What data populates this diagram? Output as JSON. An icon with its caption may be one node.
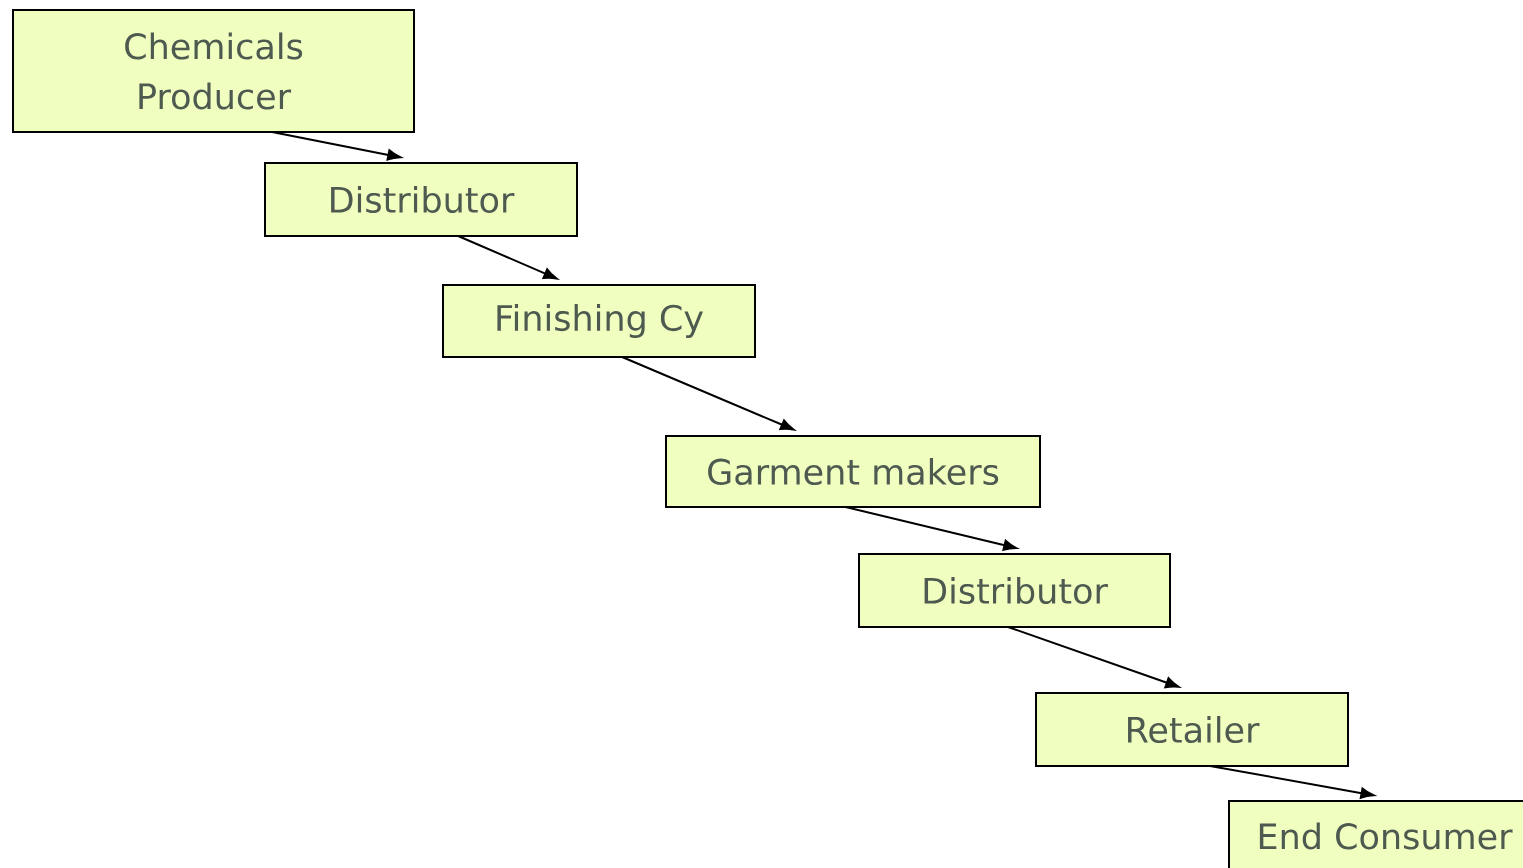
{
  "diagram": {
    "nodes": [
      {
        "text": [
          "Chemicals Producer"
        ]
      },
      {
        "text": [
          "Distributor"
        ]
      },
      {
        "text": [
          "Finishing Cy"
        ]
      },
      {
        "text": [
          "Garment makers"
        ]
      },
      {
        "text": [
          "Distributor"
        ]
      },
      {
        "text": [
          "Retailer"
        ]
      },
      {
        "text": [
          "End Consumer"
        ]
      }
    ],
    "edges": [
      {
        "from": 0,
        "to": 1,
        "arrow": "to"
      },
      {
        "from": 1,
        "to": 2,
        "arrow": "to"
      },
      {
        "from": 2,
        "to": 3,
        "arrow": "to"
      },
      {
        "from": 3,
        "to": 4,
        "arrow": "to"
      },
      {
        "from": 4,
        "to": 5,
        "arrow": "to"
      },
      {
        "from": 5,
        "to": 6,
        "arrow": "to"
      }
    ]
  }
}
